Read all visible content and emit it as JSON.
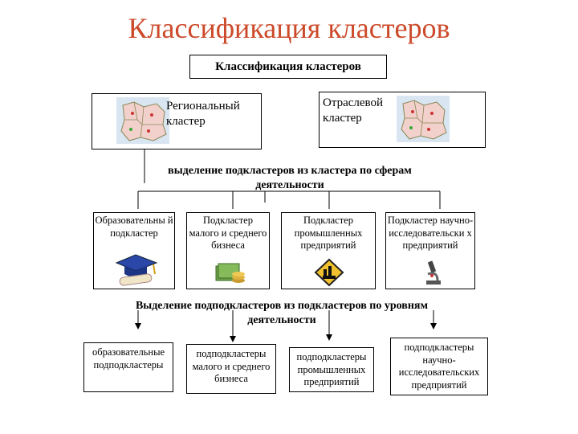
{
  "title": "Классификация кластеров",
  "diagram": {
    "root": "Классификация кластеров",
    "types": [
      {
        "label": "Региональный кластер"
      },
      {
        "label": "Отраслевой кластер"
      }
    ],
    "split_label_1": "выделение подкластеров из кластера по сферам деятельности",
    "subclusters": [
      {
        "label": "Образовательны й подкластер",
        "icon": "graduation-cap-icon"
      },
      {
        "label": "Подкластер малого и среднего бизнеса",
        "icon": "money-icon"
      },
      {
        "label": "Подкластер промышленных предприятий",
        "icon": "industry-warning-icon"
      },
      {
        "label": "Подкластер научно-исследовательски х предприятий",
        "icon": "microscope-icon"
      }
    ],
    "split_label_2": "Выделение подподкластеров из подкластеров по уровням деятельности",
    "subsubclusters": [
      {
        "label": "образовательные подподкластеры"
      },
      {
        "label": "подподкластеры малого и среднего бизнеса"
      },
      {
        "label": "подподкластеры промышленных предприятий"
      },
      {
        "label": "подподкластеры научно-исследовательских предприятий"
      }
    ]
  }
}
